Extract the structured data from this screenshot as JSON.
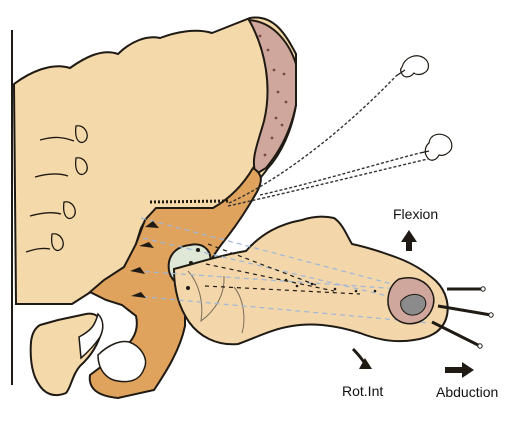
{
  "labels": {
    "flexion": "Flexion",
    "rot_int": "Rot.Int",
    "abduction": "Abduction"
  },
  "colors": {
    "pelvis_fill": "#f4d9aa",
    "fracture_fill": "#dfa35d",
    "fracture_fill_dark": "#d99a52",
    "femur_fill": "#f3d7ab",
    "cartilage_fill": "#cfa79c",
    "outline": "#1f1a14",
    "wire": "#333333",
    "screw_dashes": "#9fb7d8",
    "highlight": "#dfe8d6",
    "white": "#ffffff"
  },
  "icons": {
    "direction": "arrow-icon",
    "anchor": "suture-anchor-icon"
  }
}
